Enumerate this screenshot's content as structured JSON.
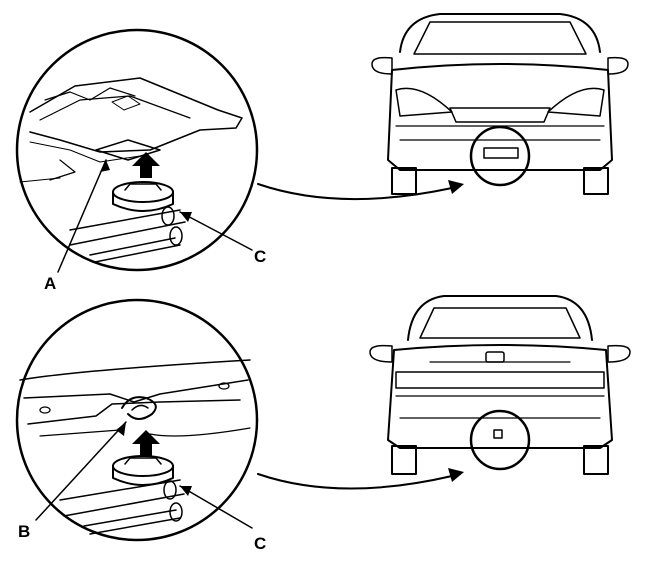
{
  "callouts": {
    "front_lift_point": "A",
    "rear_lift_point": "B",
    "jack_pad_front": "C",
    "jack_pad_rear": "C"
  },
  "colors": {
    "ink": "#000000",
    "paper": "#ffffff"
  },
  "icons": {
    "lift_arrow": "lift-arrow-icon",
    "pointer_arrow": "pointer-arrow-icon"
  }
}
